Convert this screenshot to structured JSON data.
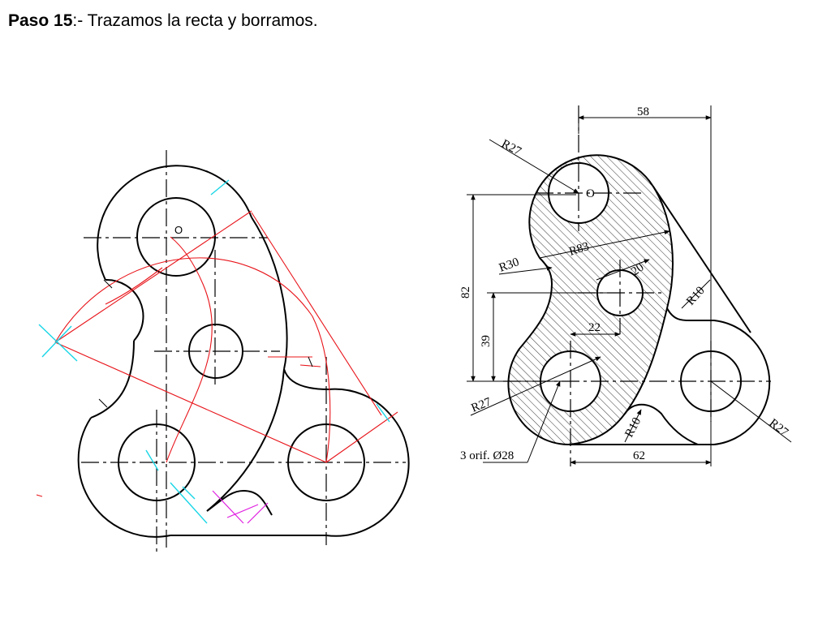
{
  "title": {
    "bold": "Paso 15",
    "rest": ":- Trazamos la recta y borramos."
  },
  "left_drawing": {
    "center_label": "O"
  },
  "right_drawing": {
    "center_label": "O",
    "dimensions": {
      "top_width": "58",
      "bottom_width": "62",
      "height_total": "82",
      "height_partial": "39",
      "offset": "22",
      "small_hole": "20",
      "r_top": "R27",
      "r_concave": "R30",
      "r_large": "R83",
      "r_fillet_upper": "R10",
      "r_fillet_lower": "R10",
      "r_bottom_left": "R27",
      "r_bottom_right": "R27",
      "holes_note": "3 orif. Ø28"
    },
    "colors": {
      "lines": "#000000",
      "construction": "#e8141a",
      "cyan_marks": "#18d6e6",
      "magenta_marks": "#e020e0"
    }
  }
}
